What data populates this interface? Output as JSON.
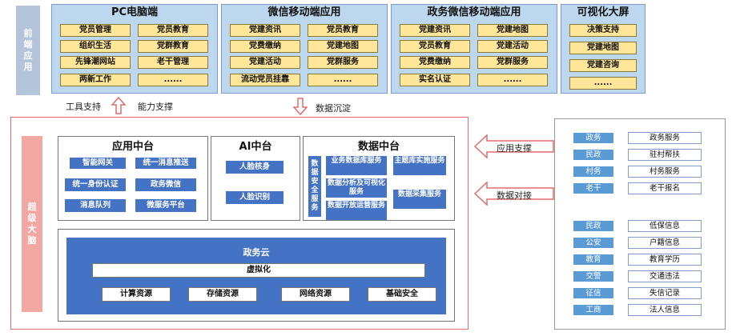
{
  "front_label": "前端应用",
  "pc": {
    "title": "PC电脑端",
    "items": [
      "党员管理",
      "党员教育",
      "组织生活",
      "党群教育",
      "先锋潮网站",
      "老干管理",
      "两新工作",
      "......"
    ]
  },
  "wechat": {
    "title": "微信移动端应用",
    "items": [
      "党建资讯",
      "党员教育",
      "党费缴纳",
      "党建地图",
      "党建活动",
      "党群服务",
      "流动党员挂靠",
      "......"
    ]
  },
  "gov_wechat": {
    "title": "政务微信移动端应用",
    "items": [
      "党建资讯",
      "党建地图",
      "党员教育",
      "党建活动",
      "党费缴纳",
      "党群服务",
      "实名认证",
      "......"
    ]
  },
  "viz": {
    "title": "可视化大屏",
    "items": [
      "决策支持",
      "党建地图",
      "党建咨询",
      "......"
    ]
  },
  "arrows": {
    "tool_support": "工具支持",
    "capability_support": "能力支撑",
    "data_deposit": "数据沉淀",
    "app_support": "应用支撑",
    "data_connect": "数据对接"
  },
  "brain_label": "超级大脑",
  "app_center": {
    "title": "应用中台",
    "items": [
      "智能网关",
      "统一消息推送",
      "统一身份认证",
      "政务微信",
      "消息队列",
      "微服务平台"
    ]
  },
  "ai_center": {
    "title": "AI中台",
    "items": [
      "人脸核身",
      "人脸识别"
    ]
  },
  "data_center": {
    "title": "数据中台",
    "side": "数据安全服务",
    "items": [
      "业务数据库服务",
      "主题库实施服务",
      "数据分析及可视化服务",
      "数据采集服务",
      "数据开放运营服务"
    ]
  },
  "cloud": {
    "title": "政务云",
    "virtual": "虚拟化",
    "resources": [
      "计算资源",
      "存储资源",
      "网络资源",
      "基础安全"
    ]
  },
  "right_top": [
    {
      "tag": "政务",
      "value": "政务服务"
    },
    {
      "tag": "民政",
      "value": "驻村帮扶"
    },
    {
      "tag": "村务",
      "value": "村务服务"
    },
    {
      "tag": "老干",
      "value": "老干报名"
    }
  ],
  "right_bottom": [
    {
      "tag": "民政",
      "value": "低保信息"
    },
    {
      "tag": "公安",
      "value": "户籍信息"
    },
    {
      "tag": "教育",
      "value": "教育学历"
    },
    {
      "tag": "交警",
      "value": "交通违法"
    },
    {
      "tag": "征信",
      "value": "失信记录"
    },
    {
      "tag": "工商",
      "value": "法人信息"
    }
  ]
}
